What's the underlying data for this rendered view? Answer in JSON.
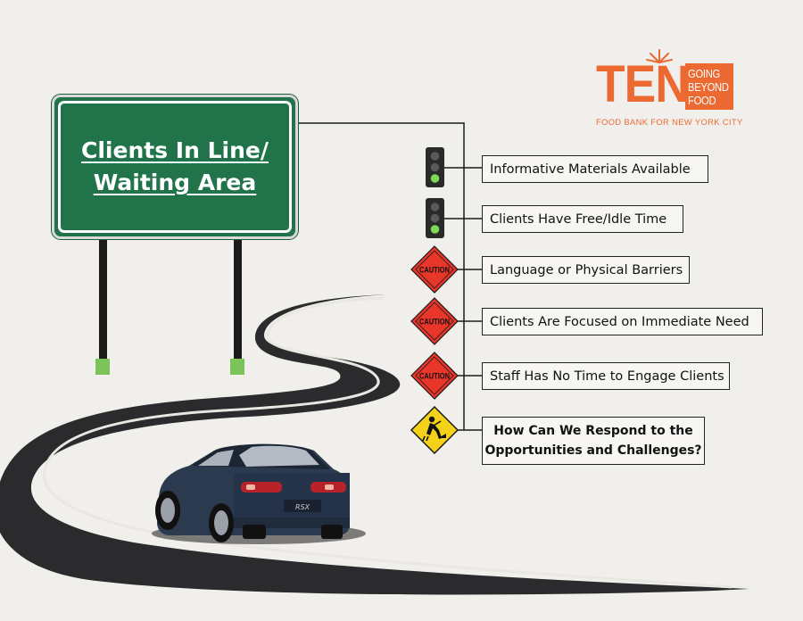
{
  "sign": {
    "line1": "Clients In Line/",
    "line2": "Waiting Area"
  },
  "logo": {
    "ten": "TEN",
    "box_line1": "GOING",
    "box_line2": "BEYOND",
    "box_line3": "FOOD",
    "subtitle": "FOOD BANK FOR NEW YORK CITY",
    "color": "#ec6a32"
  },
  "items": [
    {
      "icon": "traffic-light-green-icon",
      "label": "Informative Materials Available"
    },
    {
      "icon": "traffic-light-green-icon",
      "label": "Clients Have Free/Idle Time"
    },
    {
      "icon": "caution-sign-icon",
      "sign_text": "CAUTION",
      "label": "Language or Physical Barriers"
    },
    {
      "icon": "caution-sign-icon",
      "sign_text": "CAUTION",
      "label": "Clients Are Focused on Immediate Need"
    },
    {
      "icon": "caution-sign-icon",
      "sign_text": "CAUTION",
      "label": "Staff Has No Time to Engage Clients"
    },
    {
      "icon": "road-work-sign-icon",
      "label_line1": "How Can We Respond to the",
      "label_line2": "Opportunities and Challenges?"
    }
  ],
  "car": {
    "badge": "RSX",
    "icon": "car-icon"
  },
  "colors": {
    "sign_green": "#21744a",
    "caution_red": "#e8362a",
    "road_dark": "#2b2b2d",
    "road_work_yellow": "#f5d21a"
  }
}
